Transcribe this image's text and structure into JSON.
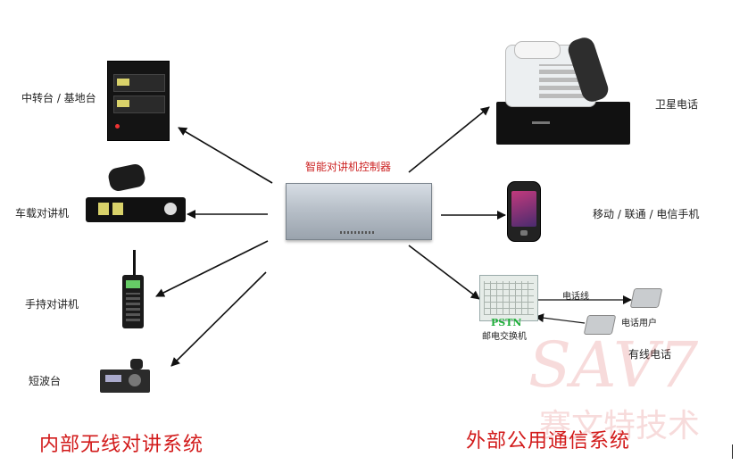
{
  "center": {
    "label": "智能对讲机控制器"
  },
  "left": {
    "repeater": "中转台 / 基地台",
    "vehicle": "车载对讲机",
    "handheld": "手持对讲机",
    "shortwave": "短波台",
    "section_title": "内部无线对讲系统"
  },
  "right": {
    "satellite": "卫星电话",
    "mobile": "移动 / 联通 / 电信手机",
    "pstn_logo": "PSTN",
    "pstn_label": "邮电交换机",
    "phone_line": "电话线",
    "phone_user": "电话用户",
    "wired_phone": "有线电话",
    "section_title": "外部公用通信系统"
  },
  "watermark": {
    "latin": "SAV7",
    "cjk": "赛文特技术"
  },
  "colors": {
    "arrow": "#111111",
    "accent_red": "#d21a1a",
    "pstn_green": "#1fae3a"
  }
}
